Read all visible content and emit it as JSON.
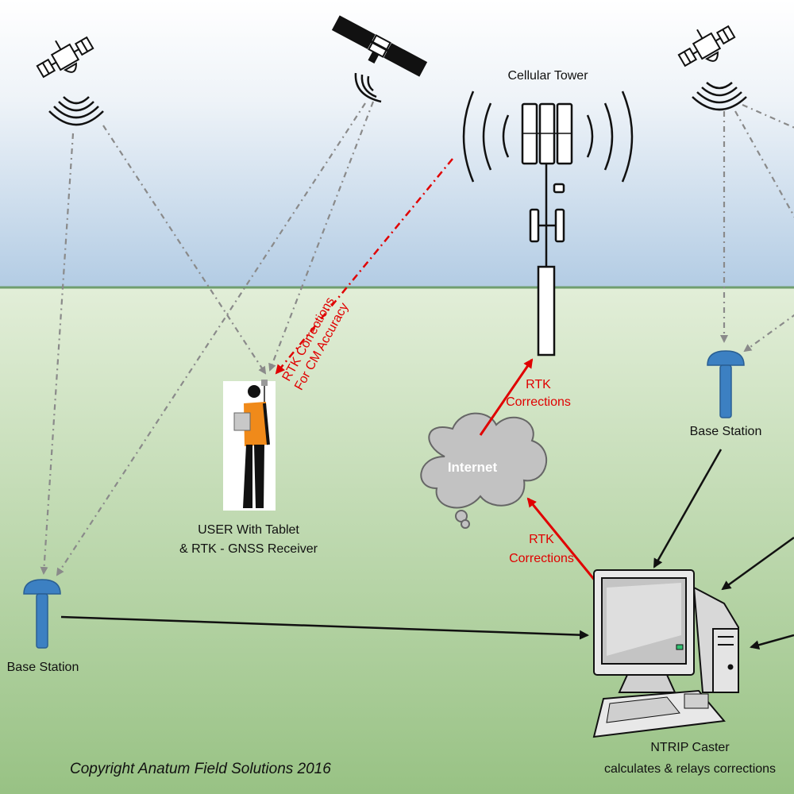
{
  "labels": {
    "cellular_tower": "Cellular Tower",
    "rtk_corrections_diag_line1": "RTK Corrections",
    "rtk_corrections_diag_line2": "For CM Accuracy",
    "rtk_corrections_upper_1": "RTK",
    "rtk_corrections_upper_2": "Corrections",
    "internet": "Internet",
    "rtk_corrections_lower_1": "RTK",
    "rtk_corrections_lower_2": "Corrections",
    "user_line1": "USER With Tablet",
    "user_line2": "& RTK - GNSS Receiver",
    "base_station_left": "Base Station",
    "base_station_right": "Base Station",
    "ntrip_line1": "NTRIP Caster",
    "ntrip_line2": "calculates & relays corrections",
    "copyright": "Copyright Anatum Field Solutions 2016"
  },
  "colors": {
    "sky_top": "#ffffff",
    "sky_bottom": "#b3cce4",
    "horizon": "#6f9e6f",
    "ground_top": "#e2eed8",
    "ground_bottom": "#98c284",
    "correction_red": "#e00000",
    "signal_grey": "#8a8a8a",
    "base_station_blue": "#3c80c2",
    "user_shirt": "#f08a1a"
  },
  "icons": [
    "satellite-icon",
    "cellular-tower-icon",
    "cloud-icon",
    "base-station-icon",
    "computer-icon",
    "user-figure-icon"
  ]
}
